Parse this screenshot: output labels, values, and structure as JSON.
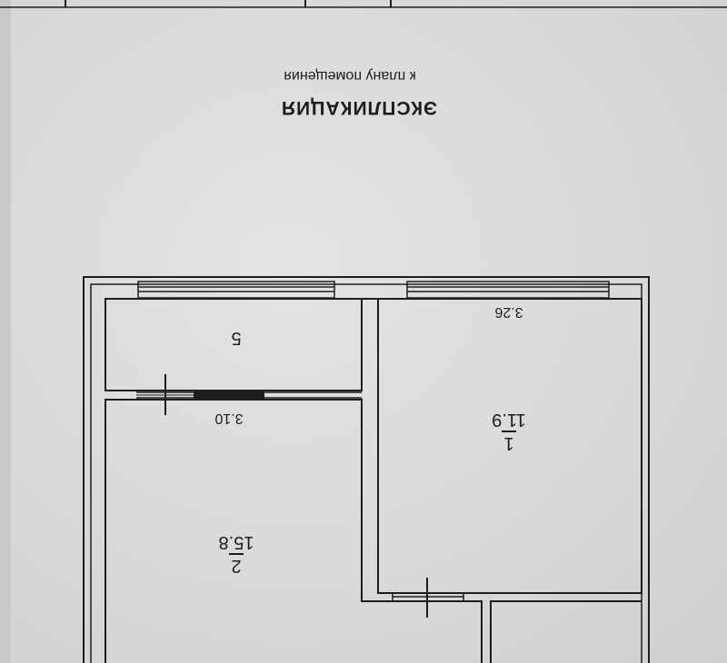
{
  "explication": {
    "title": "ЭКСПЛИКАЦИЯ",
    "subtitle": "к плану помещения"
  },
  "rooms": [
    {
      "number": "1",
      "area": "11.9",
      "width_dim": "3.26"
    },
    {
      "number": "2",
      "area": "15.8",
      "width_dim": "3.10"
    },
    {
      "number": "5"
    }
  ],
  "colors": {
    "line": "#1d1d1d",
    "paper": "#dcdddb"
  }
}
